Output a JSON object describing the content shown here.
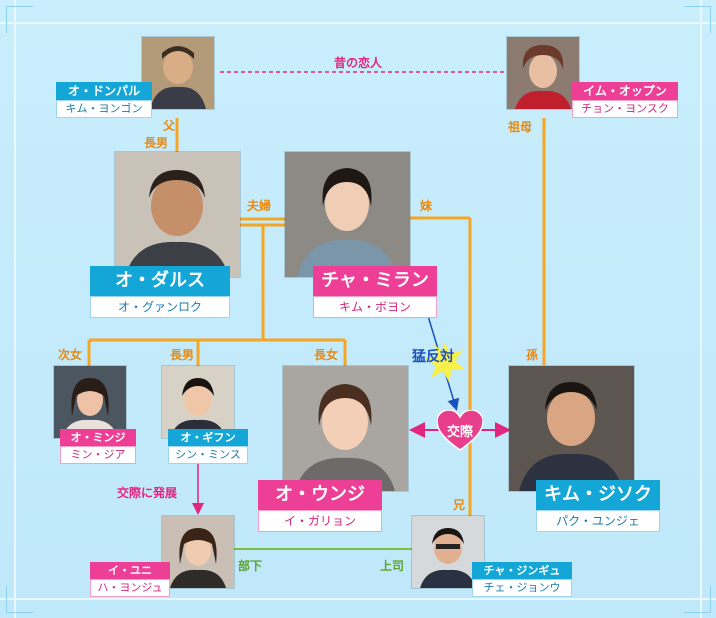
{
  "colors": {
    "background": "#c6ecfb",
    "pink_label": "#ee3f96",
    "blue_label": "#14a6d6",
    "family_line": "#f5a623",
    "romance_line": "#e3267d",
    "work_line": "#7cc144",
    "opposition_arrow": "#1a4fc0",
    "heart": "#e83e8c"
  },
  "characters": {
    "oh_dongpal": {
      "role": "オ・ドンパル",
      "actor": "キム・ヨンゴン"
    },
    "im_okpun": {
      "role": "イム・オップン",
      "actor": "チョン・ヨンスク"
    },
    "oh_dalsu": {
      "role": "オ・ダルス",
      "actor": "オ・グァンロク"
    },
    "cha_miran": {
      "role": "チャ・ミラン",
      "actor": "キム・ボヨン"
    },
    "oh_minji": {
      "role": "オ・ミンジ",
      "actor": "ミン・ジア"
    },
    "oh_gifun": {
      "role": "オ・ギフン",
      "actor": "シン・ミンス"
    },
    "oh_eunji": {
      "role": "オ・ウンジ",
      "actor": "イ・ガリョン"
    },
    "kim_jisok": {
      "role": "キム・ジソク",
      "actor": "パク・ユンジェ"
    },
    "lee_yuni": {
      "role": "イ・ユニ",
      "actor": "ハ・ヨンジュ"
    },
    "cha_jingyu": {
      "role": "チャ・ジンギュ",
      "actor": "チェ・ジョンウ"
    }
  },
  "relations": {
    "past_lovers": "昔の恋人",
    "father": "父",
    "eldest_son_top": "長男",
    "grandmother": "祖母",
    "married": "夫婦",
    "younger_sister": "妹",
    "second_daughter": "次女",
    "eldest_son": "長男",
    "eldest_daughter": "長女",
    "grandson": "孫",
    "strong_opposition": "猛反対",
    "dating": "交際",
    "developing_romance": "交際に発展",
    "older_brother": "兄",
    "subordinate": "部下",
    "boss": "上司"
  }
}
